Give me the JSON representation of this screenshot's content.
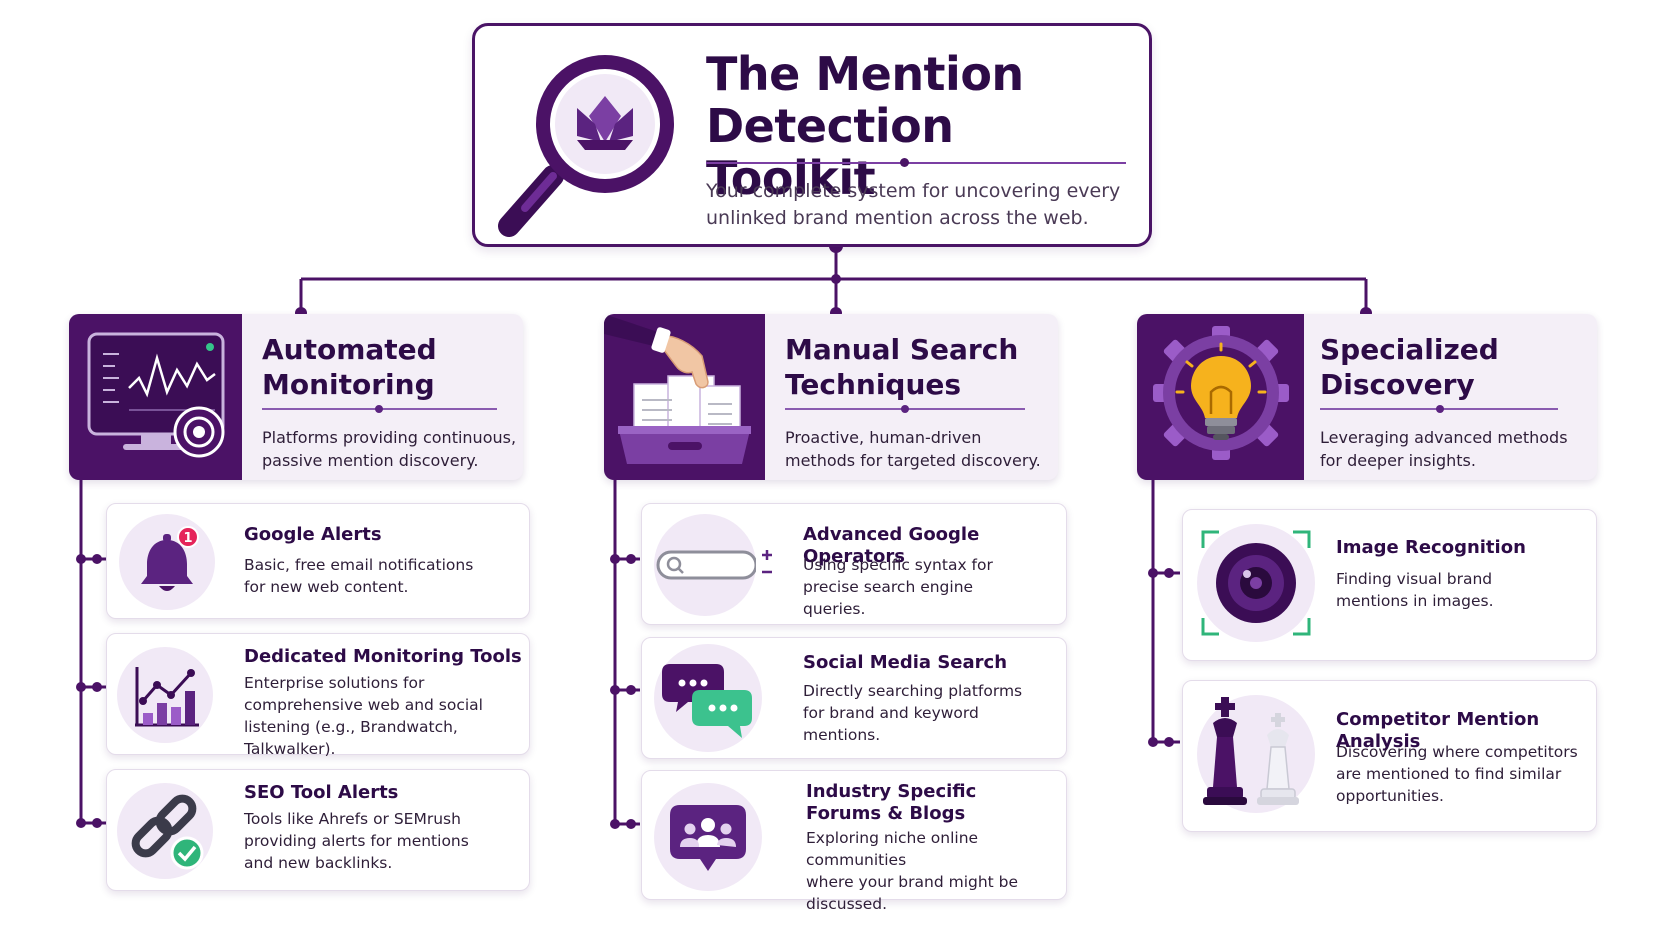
{
  "header": {
    "title_line1": "The Mention",
    "title_line2": "Detection Toolkit",
    "subtitle_line1": "Your complete system for uncovering every",
    "subtitle_line2": "unlinked brand mention across the web."
  },
  "categories": [
    {
      "title_line1": "Automated",
      "title_line2": "Monitoring",
      "desc_line1": "Platforms providing continuous,",
      "desc_line2": "passive mention discovery.",
      "items": [
        {
          "title": "Google Alerts",
          "desc_lines": [
            "Basic, free email notifications",
            "for new web content."
          ],
          "badge": "1"
        },
        {
          "title": "Dedicated Monitoring Tools",
          "desc_lines": [
            "Enterprise solutions for",
            "comprehensive web and social",
            "listening (e.g., Brandwatch, Talkwalker)."
          ]
        },
        {
          "title": "SEO Tool Alerts",
          "desc_lines": [
            "Tools like Ahrefs or SEMrush",
            "providing alerts for mentions",
            "and new backlinks."
          ]
        }
      ]
    },
    {
      "title_line1": "Manual Search",
      "title_line2": "Techniques",
      "desc_line1": "Proactive, human-driven",
      "desc_line2": "methods for targeted discovery.",
      "items": [
        {
          "title": "Advanced Google Operators",
          "desc_lines": [
            "Using specific syntax for",
            "precise search engine",
            "queries."
          ]
        },
        {
          "title": "Social Media Search",
          "desc_lines": [
            "Directly searching platforms",
            "for brand and keyword",
            "mentions."
          ]
        },
        {
          "title_lines": [
            "Industry Specific",
            "Forums & Blogs"
          ],
          "desc_lines": [
            "Exploring niche online communities",
            "where your brand might be",
            "discussed."
          ]
        }
      ]
    },
    {
      "title_line1": "Specialized",
      "title_line2": "Discovery",
      "desc_line1": "Leveraging advanced methods",
      "desc_line2": "for deeper insights.",
      "items": [
        {
          "title": "Image Recognition",
          "desc_lines": [
            "Finding visual brand",
            "mentions in images."
          ]
        },
        {
          "title": "Competitor Mention Analysis",
          "desc_lines": [
            "Discovering where competitors",
            "are mentioned to find similar",
            "opportunities."
          ]
        }
      ]
    }
  ],
  "colors": {
    "primary": "#4b1266",
    "accent": "#7b3fa3",
    "tint": "#f4eff7",
    "success": "#2fb57a",
    "badge": "#e5245a",
    "bulb": "#f6b21d"
  },
  "icons": {
    "header": "magnifier-lotus-icon",
    "automated": "monitor-chart-icon",
    "manual": "file-drawer-hand-icon",
    "specialized": "gear-lightbulb-icon",
    "google_alerts": "bell-icon",
    "monitoring_tools": "bar-chart-icon",
    "seo_alerts": "chain-link-check-icon",
    "operators": "search-bar-icon",
    "social": "chat-bubbles-icon",
    "forums": "community-chat-icon",
    "image_recognition": "camera-lens-icon",
    "competitor": "chess-pieces-icon"
  }
}
